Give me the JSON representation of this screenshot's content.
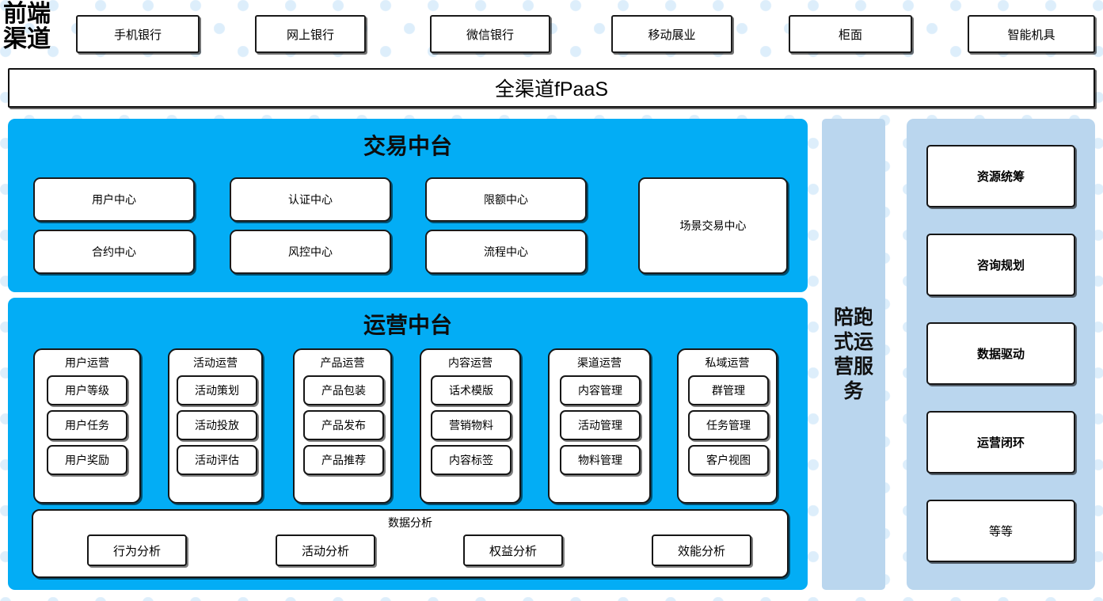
{
  "colors": {
    "cyan_panel": "#03ADF5",
    "light_blue_panel": "#BAD6EE",
    "background_dot": "#DDEEFB",
    "box_border": "#161616",
    "box_fill": "#FFFFFF"
  },
  "channel_row": {
    "label": "前端渠道",
    "items": [
      {
        "label": "手机银行"
      },
      {
        "label": "网上银行"
      },
      {
        "label": "微信银行"
      },
      {
        "label": "移动展业"
      },
      {
        "label": "柜面"
      },
      {
        "label": "智能机具"
      }
    ]
  },
  "platform_bar": {
    "label": "全渠道fPaaS"
  },
  "trade_center": {
    "title": "交易中台",
    "left_grid": [
      {
        "label": "用户中心"
      },
      {
        "label": "认证中心"
      },
      {
        "label": "限额中心"
      },
      {
        "label": "合约中心"
      },
      {
        "label": "风控中心"
      },
      {
        "label": "流程中心"
      }
    ],
    "wide_box": {
      "label": "场景交易中心"
    }
  },
  "operation_center": {
    "title": "运营中台",
    "groups": [
      {
        "title": "用户运营",
        "items": [
          "用户等级",
          "用户任务",
          "用户奖励"
        ]
      },
      {
        "title": "活动运营",
        "items": [
          "活动策划",
          "活动投放",
          "活动评估"
        ]
      },
      {
        "title": "产品运营",
        "items": [
          "产品包装",
          "产品发布",
          "产品推荐"
        ]
      },
      {
        "title": "内容运营",
        "items": [
          "话术模版",
          "营销物料",
          "内容标签"
        ]
      },
      {
        "title": "渠道运营",
        "items": [
          "内容管理",
          "活动管理",
          "物料管理"
        ]
      },
      {
        "title": "私域运营",
        "items": [
          "群管理",
          "任务管理",
          "客户视图"
        ]
      }
    ],
    "analysis": {
      "title": "数据分析",
      "items": [
        "行为分析",
        "活动分析",
        "权益分析",
        "效能分析"
      ]
    }
  },
  "service_column": {
    "label": "陪跑式运营服务"
  },
  "capability_panel": {
    "cards": [
      {
        "label": "资源统筹",
        "bold": true
      },
      {
        "label": "咨询规划",
        "bold": true
      },
      {
        "label": "数据驱动",
        "bold": true
      },
      {
        "label": "运营闭环",
        "bold": true
      },
      {
        "label": "等等",
        "bold": false
      }
    ]
  }
}
